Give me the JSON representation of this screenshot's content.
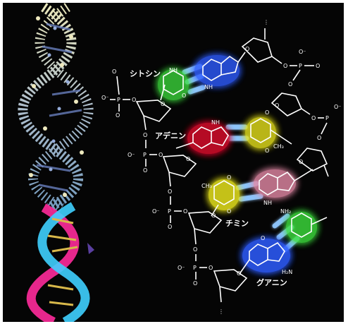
{
  "labels": {
    "cytosine": "シトシン",
    "adenine": "アデニン",
    "thymine": "チミン",
    "guanine": "グアニン"
  },
  "atoms": {
    "phosphorus": "P",
    "oxygen": "O",
    "o_minus": "O⁻",
    "nitrogen": "N",
    "nh": "NH",
    "h2n": "H₂N",
    "nh2": "NH₂",
    "ch3": "CH₃",
    "ellipsis": "⋮"
  },
  "colors": {
    "cytosine": "#3ee03e",
    "guanine": "#2f5bff",
    "adenine": "#d4102a",
    "thymine": "#e6e21c",
    "purine_pink": "#e58aa7",
    "hbond": "#8fc8ff",
    "backbone": "#ffffff",
    "helix_pink": "#ff2b9b",
    "helix_cyan": "#3fd0ff"
  }
}
